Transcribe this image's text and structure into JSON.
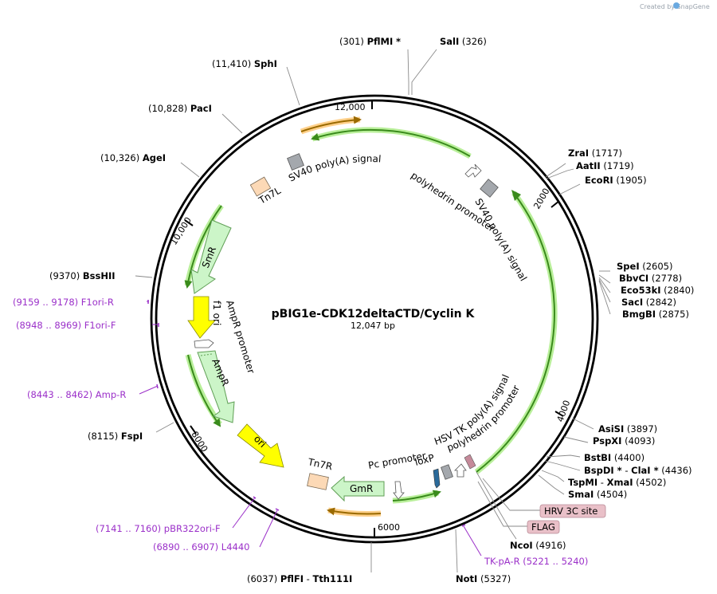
{
  "credit": "Created by SnapGene",
  "plasmid": {
    "name": "pBIG1e-CDK12deltaCTD/Cyclin K",
    "size_text": "12,047 bp"
  },
  "ticks": [
    {
      "id": "t12000",
      "label": "12,000"
    },
    {
      "id": "t2000",
      "label": "2000"
    },
    {
      "id": "t4000",
      "label": "4000"
    },
    {
      "id": "t6000",
      "label": "6000"
    },
    {
      "id": "t8000",
      "label": "8000"
    },
    {
      "id": "t10000",
      "label": "10,000"
    }
  ],
  "sites": [
    {
      "id": "pfimi",
      "name": "PflMI",
      "star": "*",
      "pos": "(301)"
    },
    {
      "id": "sali",
      "name": "SalI",
      "pos": "(326)"
    },
    {
      "id": "sphi",
      "name": "SphI",
      "pos": "(11,410)"
    },
    {
      "id": "paci",
      "name": "PacI",
      "pos": "(10,828)"
    },
    {
      "id": "agei",
      "name": "AgeI",
      "pos": "(10,326)"
    },
    {
      "id": "zrai",
      "name": "ZraI",
      "pos": "(1717)"
    },
    {
      "id": "aatii",
      "name": "AatII",
      "pos": "(1719)"
    },
    {
      "id": "ecori",
      "name": "EcoRI",
      "pos": "(1905)"
    },
    {
      "id": "spei",
      "name": "SpeI",
      "pos": "(2605)"
    },
    {
      "id": "bbvci",
      "name": "BbvCI",
      "pos": "(2778)"
    },
    {
      "id": "eco53ki",
      "name": "Eco53kI",
      "pos": "(2840)"
    },
    {
      "id": "saci",
      "name": "SacI",
      "pos": "(2842)"
    },
    {
      "id": "bmgbi",
      "name": "BmgBI",
      "pos": "(2875)"
    },
    {
      "id": "bsshii",
      "name": "BssHII",
      "pos": "(9370)"
    },
    {
      "id": "asisi",
      "name": "AsiSI",
      "pos": "(3897)"
    },
    {
      "id": "pspxi",
      "name": "PspXI",
      "pos": "(4093)"
    },
    {
      "id": "bstbi",
      "name": "BstBI",
      "pos": "(4400)"
    },
    {
      "id": "bspdi",
      "name": "BspDI *",
      "sep": " - ",
      "name2": "ClaI *",
      "pos": "(4436)"
    },
    {
      "id": "tspmi",
      "name": "TspMI",
      "sep": " - ",
      "name2": "XmaI",
      "pos": "(4502)"
    },
    {
      "id": "smai",
      "name": "SmaI",
      "pos": "(4504)"
    },
    {
      "id": "ncoi",
      "name": "NcoI",
      "pos": "(4916)"
    },
    {
      "id": "noti",
      "name": "NotI",
      "pos": "(5327)"
    },
    {
      "id": "pflfi",
      "name": "PflFI",
      "sep": " - ",
      "name2": "Tth111I",
      "pos": "(6037)"
    },
    {
      "id": "fspi",
      "name": "FspI",
      "pos": "(8115)"
    }
  ],
  "primers": [
    {
      "id": "f1ori-r",
      "range": "(9159 .. 9178)",
      "name": "F1ori-R"
    },
    {
      "id": "f1ori-f",
      "range": "(8948 .. 8969)",
      "name": "F1ori-F"
    },
    {
      "id": "amp-r",
      "range": "(8443 .. 8462)",
      "name": "Amp-R"
    },
    {
      "id": "pbr322ori-f",
      "range": "(7141 .. 7160)",
      "name": "pBR322ori-F"
    },
    {
      "id": "l4440",
      "range": "(6890 .. 6907)",
      "name": "L4440"
    },
    {
      "id": "tk-pa-r",
      "name": "TK-pA-R",
      "range": "(5221 .. 5240)"
    }
  ],
  "features": {
    "sv40_top": "SV40 poly(A) signal",
    "tn7l": "Tn7L",
    "polyhedrin_top": "polyhedrin promoter",
    "sv40_right": "SV40 poly(A) signal",
    "smr": "SmR",
    "f1ori": "f1 ori",
    "ampr_promoter": "AmpR promoter",
    "ampr": "AmpR",
    "ori": "ori",
    "tn7r": "Tn7R",
    "gmr": "GmR",
    "pc_promoter": "Pc promoter",
    "loxp": "loxP",
    "hsv_tk": "HSV TK poly(A) signal",
    "polyhedrin_bottom": "polyhedrin promoter",
    "hrv3c": "HRV 3C site",
    "flag": "FLAG"
  },
  "colors": {
    "backbone": "#000000",
    "orf_fill": "#ccf5c8",
    "orf_stroke": "#5f9e55",
    "arrow_line": "#3a8b1c",
    "arrow_glow": "#b9ef9a",
    "ori_fill": "#ffff00",
    "tn7_fill": "#fcd9b6",
    "polyA_fill": "#a4a8ad",
    "tag_fill": "#e9c0c8",
    "orange_line": "#9a6a00",
    "orange_glow": "#ffd08a",
    "primer": "#9b30c9"
  }
}
